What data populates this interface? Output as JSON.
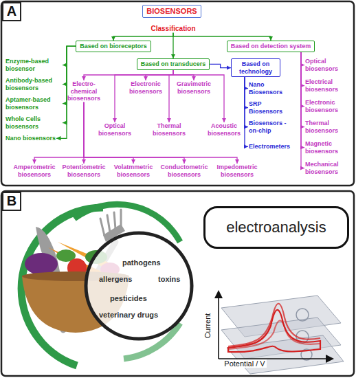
{
  "diagram": {
    "nodes": [
      {
        "text": [
          "A"
        ]
      },
      {
        "text": [
          "BIOSENSORS"
        ]
      },
      {
        "text": [
          "Classification"
        ]
      },
      {
        "text": [
          "Based on bioreceptors"
        ]
      },
      {
        "text": [
          "Based on transducers"
        ]
      },
      {
        "text": [
          "Based on detection system"
        ]
      },
      {
        "text": [
          "Based on technology"
        ]
      },
      {
        "text": [
          "Enzyme-based biosensor"
        ]
      },
      {
        "text": [
          "Antibody-based biosensors"
        ]
      },
      {
        "text": [
          "Aptamer-based biosensors"
        ]
      },
      {
        "text": [
          "Whole Cells biosensors"
        ]
      },
      {
        "text": [
          "Nano biosensors"
        ]
      },
      {
        "text": [
          "Electro-chemical biosensors"
        ]
      },
      {
        "text": [
          "Optical biosensors"
        ]
      },
      {
        "text": [
          "Electronic biosensors"
        ]
      },
      {
        "text": [
          "Thermal biosensors"
        ]
      },
      {
        "text": [
          "Gravimetric biosensors"
        ]
      },
      {
        "text": [
          "Acoustic biosensors"
        ]
      },
      {
        "text": [
          "Nano Biosensors"
        ]
      },
      {
        "text": [
          "SRP Biosensors"
        ]
      },
      {
        "text": [
          "Biosensors -on-chip"
        ]
      },
      {
        "text": [
          "Electrometers"
        ]
      },
      {
        "text": [
          "Optical biosensors"
        ]
      },
      {
        "text": [
          "Electrical biosensors"
        ]
      },
      {
        "text": [
          "Electronic biosensors"
        ]
      },
      {
        "text": [
          "Thermal biosensors"
        ]
      },
      {
        "text": [
          "Magnetic biosensors"
        ]
      },
      {
        "text": [
          "Mechanical biosensors"
        ]
      },
      {
        "text": [
          "Amperometric biosensors"
        ]
      },
      {
        "text": [
          "Potentiometric biosensors"
        ]
      },
      {
        "text": [
          "Volatmmetric biosensors"
        ]
      },
      {
        "text": [
          "Conductometric biosensors"
        ]
      },
      {
        "text": [
          "Impedometric biosensors"
        ]
      },
      {
        "text": [
          "B"
        ]
      },
      {
        "text": [
          "pathogens",
          "allergens",
          "toxins",
          "pesticides",
          "veterinary drugs"
        ]
      },
      {
        "text": [
          "electroanalysis"
        ]
      }
    ],
    "edges": [
      {
        "from": 2,
        "to": 3,
        "arrow": "to"
      },
      {
        "from": 2,
        "to": 4,
        "arrow": "to"
      },
      {
        "from": 2,
        "to": 5,
        "arrow": "to"
      },
      {
        "from": 4,
        "to": 6,
        "arrow": "to"
      },
      {
        "from": 3,
        "to": 7,
        "arrow": "to"
      },
      {
        "from": 3,
        "to": 8,
        "arrow": "to"
      },
      {
        "from": 3,
        "to": 9,
        "arrow": "to"
      },
      {
        "from": 3,
        "to": 10,
        "arrow": "to"
      },
      {
        "from": 3,
        "to": 11,
        "arrow": "to"
      },
      {
        "from": 4,
        "to": 12,
        "arrow": "to"
      },
      {
        "from": 4,
        "to": 13,
        "arrow": "to"
      },
      {
        "from": 4,
        "to": 14,
        "arrow": "to"
      },
      {
        "from": 4,
        "to": 15,
        "arrow": "to"
      },
      {
        "from": 4,
        "to": 16,
        "arrow": "to"
      },
      {
        "from": 4,
        "to": 17,
        "arrow": "to"
      },
      {
        "from": 6,
        "to": 18,
        "arrow": "to"
      },
      {
        "from": 6,
        "to": 19,
        "arrow": "to"
      },
      {
        "from": 6,
        "to": 20,
        "arrow": "to"
      },
      {
        "from": 6,
        "to": 21,
        "arrow": "to"
      },
      {
        "from": 5,
        "to": 22,
        "arrow": "to"
      },
      {
        "from": 5,
        "to": 23,
        "arrow": "to"
      },
      {
        "from": 5,
        "to": 24,
        "arrow": "to"
      },
      {
        "from": 5,
        "to": 25,
        "arrow": "to"
      },
      {
        "from": 5,
        "to": 26,
        "arrow": "to"
      },
      {
        "from": 5,
        "to": 27,
        "arrow": "to"
      },
      {
        "from": 12,
        "to": 28,
        "arrow": "to"
      },
      {
        "from": 12,
        "to": 29,
        "arrow": "to"
      },
      {
        "from": 12,
        "to": 30,
        "arrow": "to"
      },
      {
        "from": 12,
        "to": 31,
        "arrow": "to"
      },
      {
        "from": 12,
        "to": 32,
        "arrow": "to"
      }
    ],
    "labels": [
      "Current",
      "Potential / V"
    ]
  }
}
